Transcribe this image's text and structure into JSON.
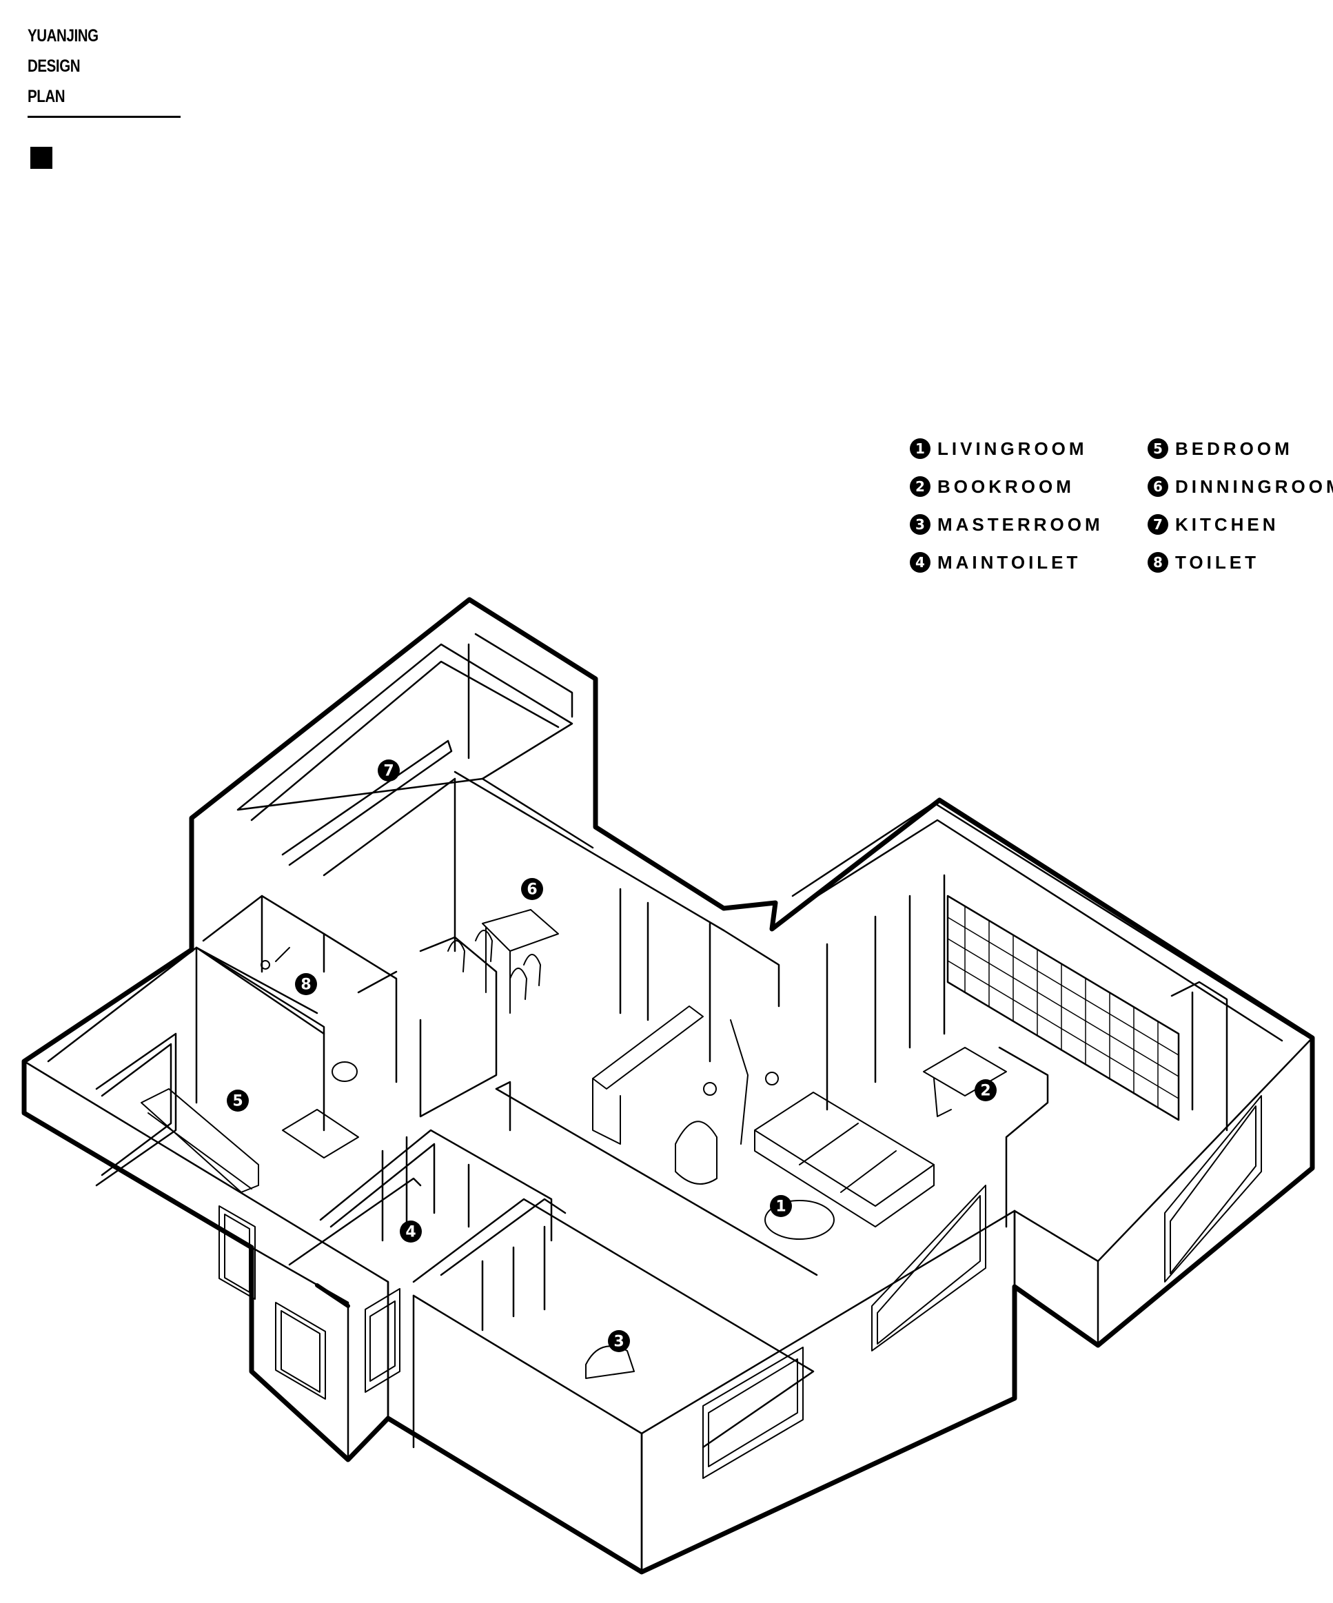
{
  "brand": {
    "line1": "YUANJING",
    "line2": "DESIGN",
    "line3": "PLAN"
  },
  "legend": [
    {
      "num": "1",
      "label": "LIVINGROOM"
    },
    {
      "num": "2",
      "label": "BOOKROOM"
    },
    {
      "num": "3",
      "label": "MASTERROOM"
    },
    {
      "num": "4",
      "label": "MAINTOILET"
    },
    {
      "num": "5",
      "label": "BEDROOM"
    },
    {
      "num": "6",
      "label": "DINNINGROOM"
    },
    {
      "num": "7",
      "label": "KITCHEN"
    },
    {
      "num": "8",
      "label": "TOILET"
    }
  ],
  "markers": {
    "livingroom": "1",
    "bookroom": "2",
    "masterroom": "3",
    "maintoilet": "4",
    "bedroom": "5",
    "dinningroom": "6",
    "kitchen": "7",
    "toilet": "8"
  },
  "colors": {
    "line": "#000000",
    "background": "#ffffff"
  }
}
